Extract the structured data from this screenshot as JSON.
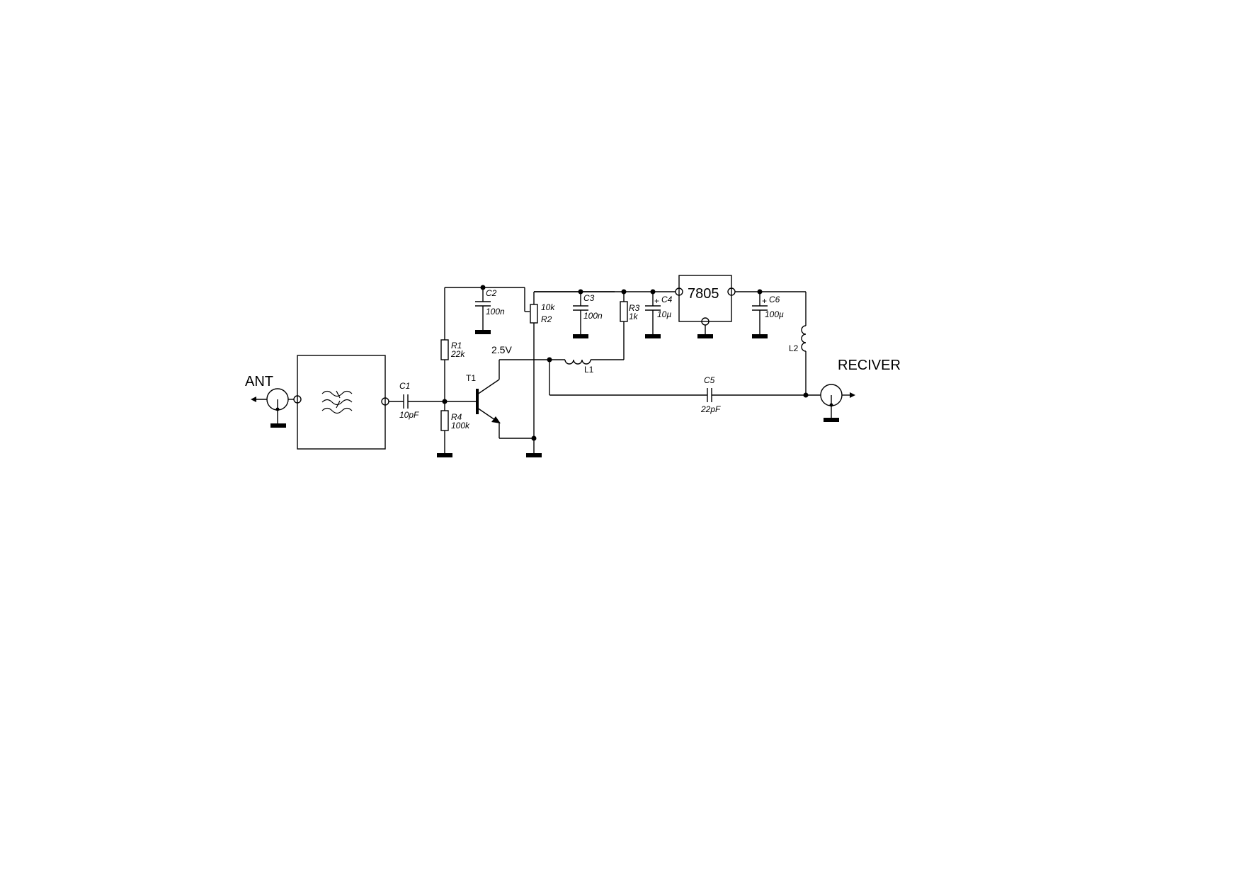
{
  "labels": {
    "ant": "ANT",
    "receiver": "RECIVER",
    "voltage": "2.5V",
    "regulator": "7805",
    "t1": "T1"
  },
  "components": {
    "c1": {
      "name": "C1",
      "value": "10pF"
    },
    "c2": {
      "name": "C2",
      "value": "100n"
    },
    "c3": {
      "name": "C3",
      "value": "100n"
    },
    "c4": {
      "name": "C4",
      "value": "10µ"
    },
    "c5": {
      "name": "C5",
      "value": "22pF"
    },
    "c6": {
      "name": "C6",
      "value": "100µ"
    },
    "r1": {
      "name": "R1",
      "value": "22k"
    },
    "r2": {
      "name": "R2",
      "value": "10k"
    },
    "r3": {
      "name": "R3",
      "value": "1k"
    },
    "r4": {
      "name": "R4",
      "value": "100k"
    },
    "l1": {
      "name": "L1"
    },
    "l2": {
      "name": "L2"
    }
  },
  "polarity": {
    "plus": "+"
  }
}
